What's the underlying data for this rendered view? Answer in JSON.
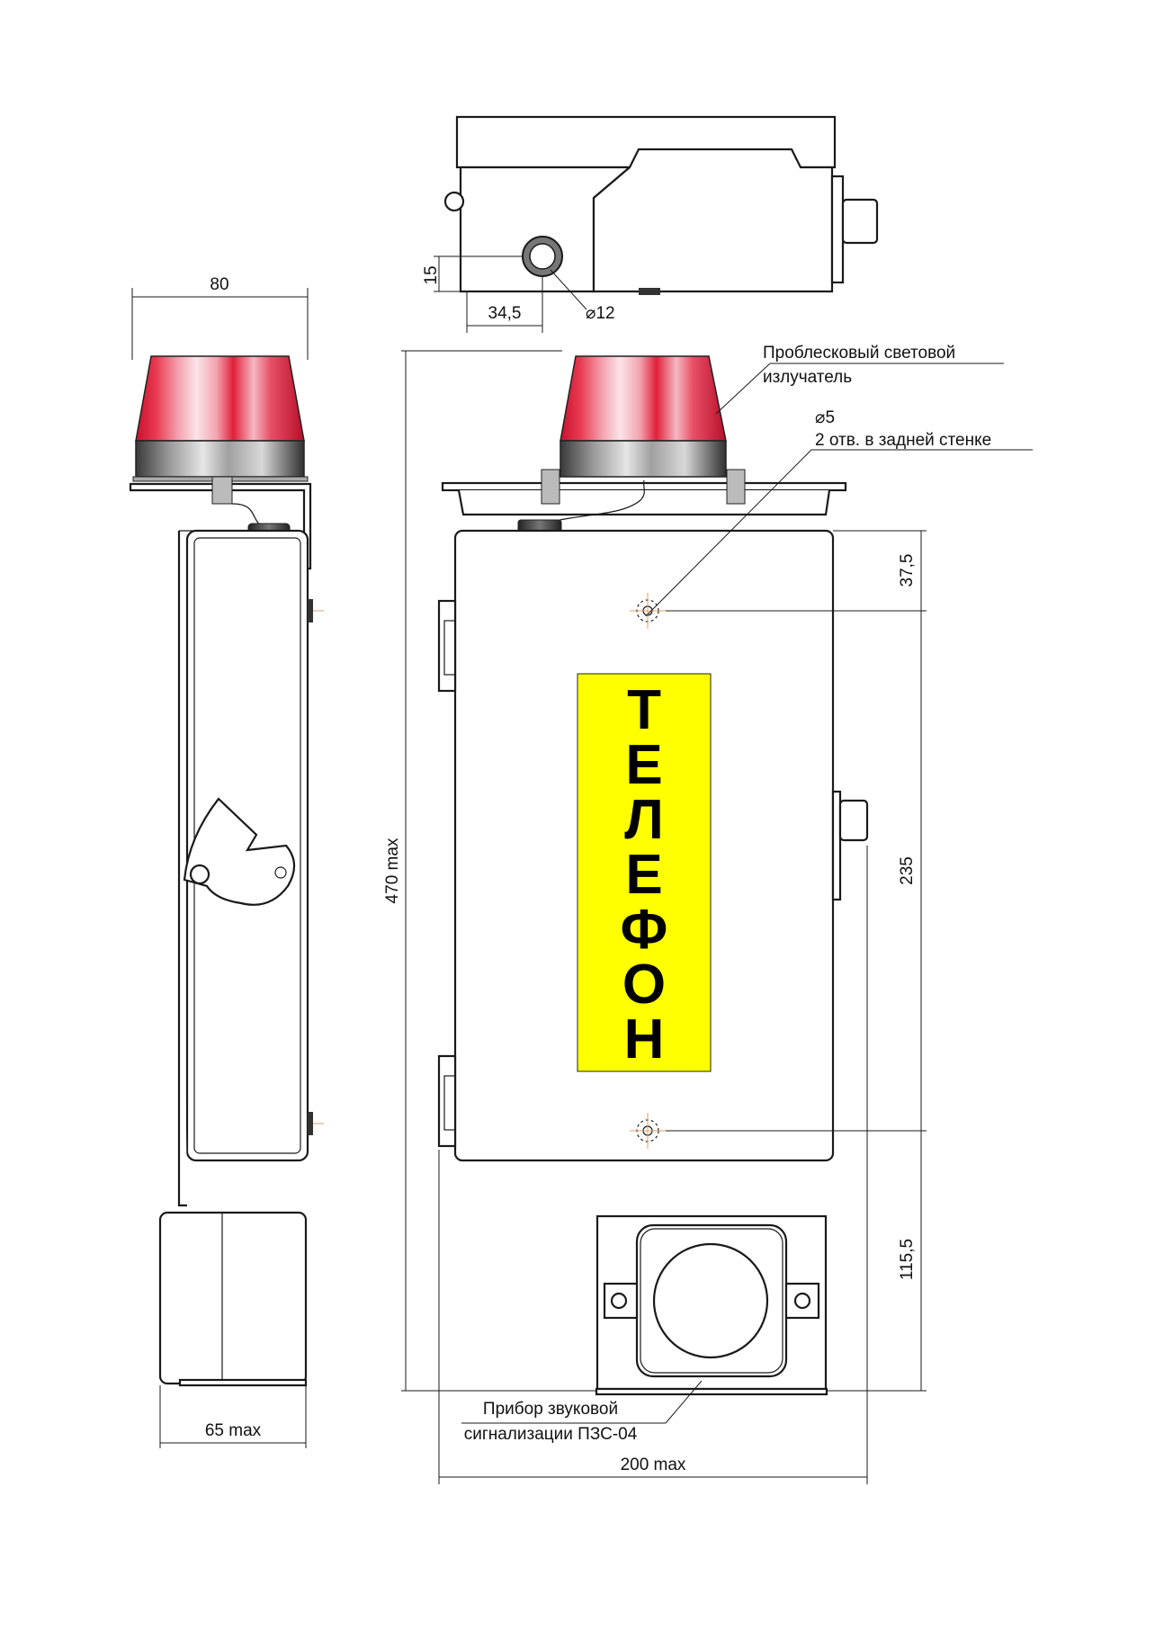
{
  "dimensions": {
    "width_side": "80",
    "depth_side": "65 max",
    "height_total": "470 max",
    "width_front": "200 max",
    "mount_top": "37,5",
    "mount_spacing": "235",
    "mount_bottom": "115,5",
    "hole_height": "15",
    "hole_offset": "34,5",
    "hole_diameter": "⌀12",
    "mount_hole_diameter": "⌀5"
  },
  "labels": {
    "beacon_line1": "Проблесковый световой",
    "beacon_line2": "излучатель",
    "mount_holes": "2 отв. в задней стенке",
    "siren_line1": "Прибор звуковой",
    "siren_line2": "сигнализации ПЗС-04"
  },
  "sign": {
    "letters": [
      "Т",
      "Е",
      "Л",
      "Е",
      "Ф",
      "О",
      "Н"
    ],
    "background": "#ffff00"
  },
  "colors": {
    "beacon_red": "#e0203a",
    "beacon_light": "#f6c8d0"
  }
}
